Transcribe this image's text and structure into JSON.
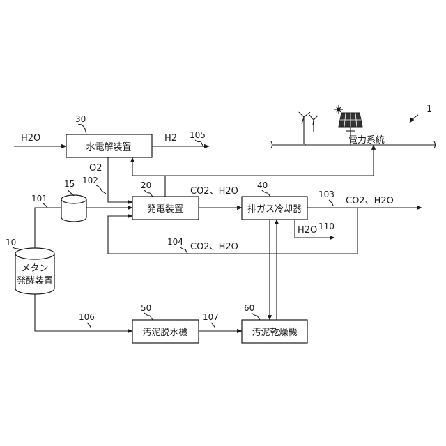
{
  "figure_number": "1",
  "components": {
    "electrolyzer": {
      "ref": "30",
      "label": "水電解装置"
    },
    "generator": {
      "ref": "20",
      "label": "発電装置"
    },
    "exhaust_cooler": {
      "ref": "40",
      "label": "排ガス冷却器"
    },
    "tank": {
      "ref": "15"
    },
    "digester": {
      "ref": "10",
      "label_line1": "メタン",
      "label_line2": "発酵装置"
    },
    "dewatering": {
      "ref": "50",
      "label": "汚泥脱水機"
    },
    "sludge_dryer": {
      "ref": "60",
      "label": "汚泥乾燥機"
    },
    "grid": {
      "label": "電力系統"
    }
  },
  "streams": {
    "h2o_in": "H2O",
    "h2_out": {
      "label": "H2",
      "ref": "105"
    },
    "o2": {
      "label": "O2",
      "ref": "102"
    },
    "biogas": {
      "ref": "101"
    },
    "gen_exhaust": "CO2、H2O",
    "cooler_exhaust": {
      "label": "CO2、H2O",
      "ref": "103"
    },
    "condensate": {
      "label": "H2O",
      "ref": "110"
    },
    "recycle": {
      "label": "CO2、H2O",
      "ref": "104"
    },
    "sludge": {
      "ref": "106"
    },
    "dewatered": {
      "ref": "107"
    }
  }
}
